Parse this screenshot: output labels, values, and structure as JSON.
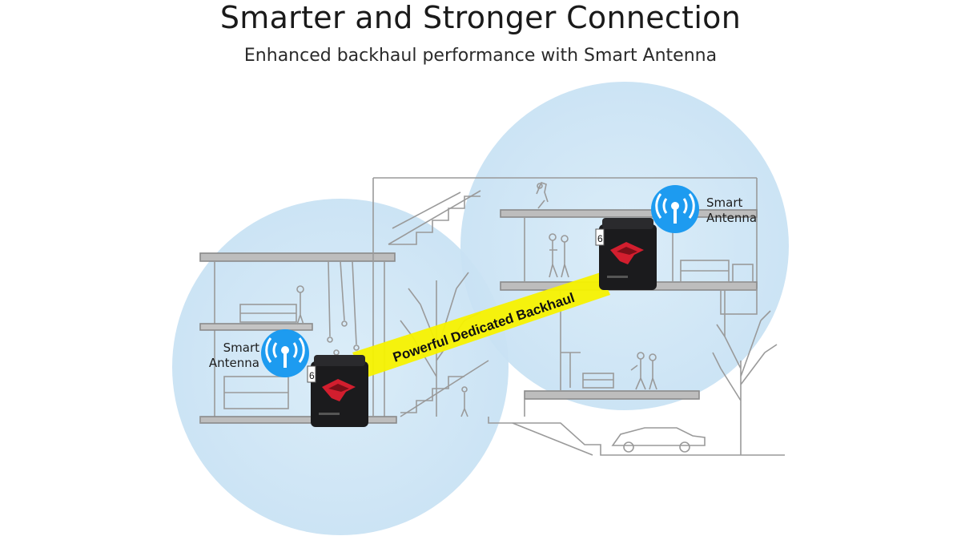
{
  "title": "Smarter and Stronger Connection",
  "subtitle": "Enhanced backhaul performance with Smart Antenna",
  "colors": {
    "coverage": "#cfe6f6",
    "antenna_icon": "#1d9bf0",
    "backhaul_band": "#f7f200",
    "router_body": "#1b1b1d",
    "router_logo": "#d21e2e",
    "building_line": "#9a9a9a"
  },
  "antennas": [
    {
      "icon": "antenna-signal-icon",
      "label_line1": "Smart",
      "label_line2": "Antenna"
    },
    {
      "icon": "antenna-signal-icon",
      "label_line1": "Smart",
      "label_line2": "Antenna"
    }
  ],
  "backhaul": {
    "label": "Powerful Dedicated Backhaul"
  },
  "routers": [
    {
      "icon": "mesh-router-icon"
    },
    {
      "icon": "mesh-router-icon"
    }
  ]
}
